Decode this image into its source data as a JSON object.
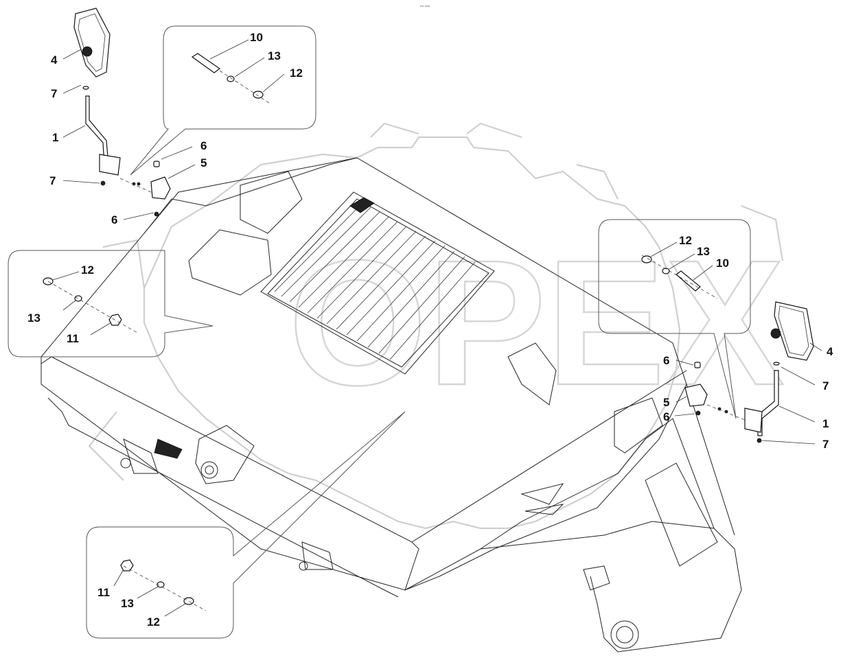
{
  "header": {
    "code": "ᵉᵇ ᵃᵃᵃ"
  },
  "watermark": {
    "text": "OPEX"
  },
  "labels": {
    "l_1a": "1",
    "l_4a": "4",
    "l_7a": "7",
    "l_7b": "7",
    "l_6a": "6",
    "l_5a": "5",
    "l_6b": "6",
    "l_10a": "10",
    "l_13a": "13",
    "l_12a": "12",
    "l_12b": "12",
    "l_13b": "13",
    "l_11b": "11",
    "l_11c": "11",
    "l_13c": "13",
    "l_12c": "12",
    "l_12d": "12",
    "l_13d": "13",
    "l_10d": "10",
    "l_4e": "4",
    "l_7e": "7",
    "l_6e": "6",
    "l_5e": "5",
    "l_6f": "6",
    "l_1e": "1",
    "l_7f": "7"
  },
  "colors": {
    "line": "#222222",
    "watermark": "#cfcfcf",
    "background": "#ffffff"
  }
}
